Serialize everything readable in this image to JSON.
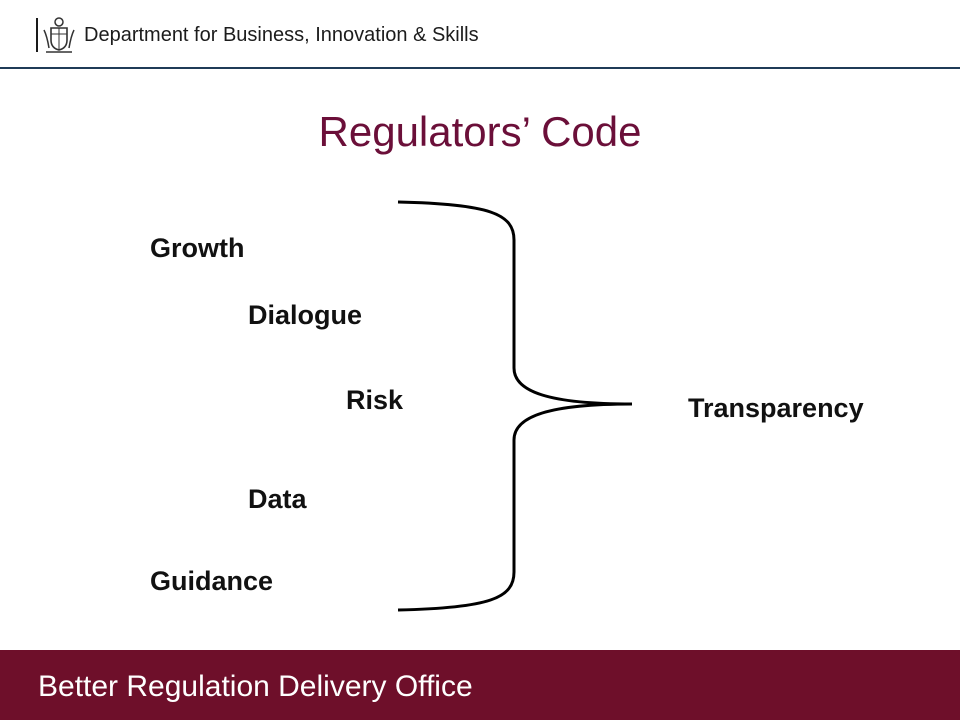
{
  "header": {
    "department_name": "Department for Business, Innovation & Skills",
    "crest_icon": "royal-crest-icon"
  },
  "slide": {
    "title": "Regulators’ Code",
    "left_terms": [
      "Growth",
      "Dialogue",
      "Risk",
      "Data",
      "Guidance"
    ],
    "right_term": "Transparency"
  },
  "footer": {
    "text": "Better Regulation Delivery Office"
  },
  "colors": {
    "title": "#6b0f39",
    "footer_bg": "#6e0f2a",
    "header_rule": "#1f3b57"
  }
}
